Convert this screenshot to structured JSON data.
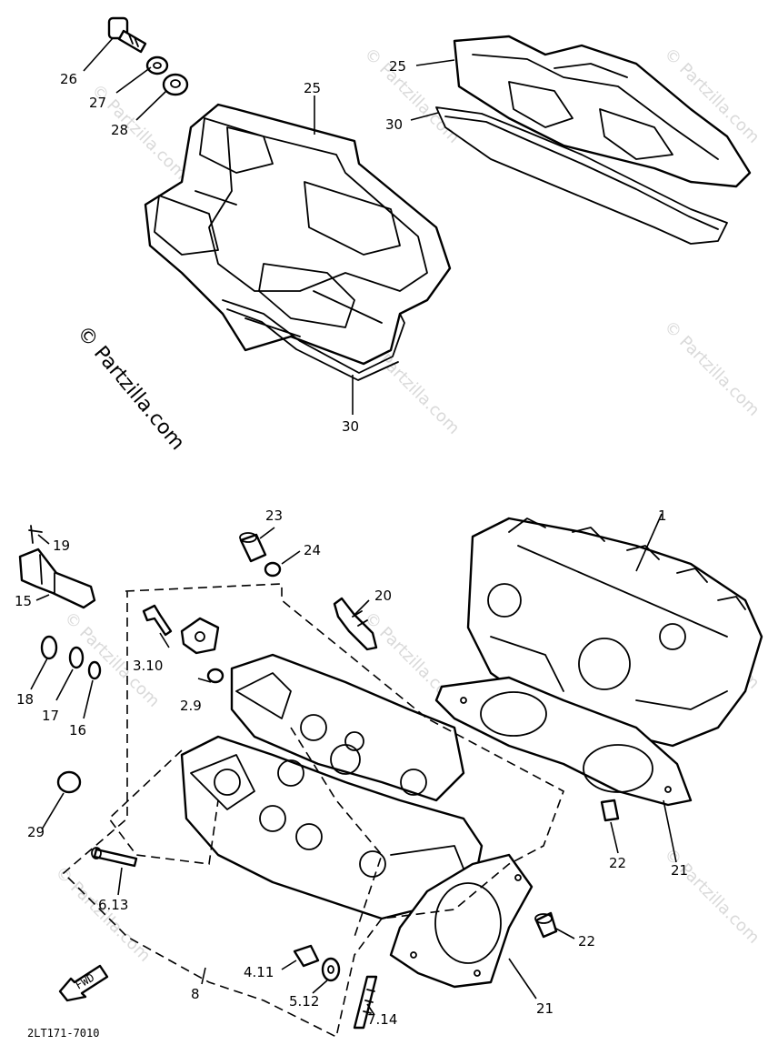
{
  "diagram": {
    "part_code": "2LT171-7010",
    "watermark": "© Partzilla.com",
    "fwd_label": "FWD",
    "callouts": {
      "c1": "1",
      "c15": "15",
      "c16": "16",
      "c17": "17",
      "c18": "18",
      "c19": "19",
      "c20": "20",
      "c21a": "21",
      "c21b": "21",
      "c22a": "22",
      "c22b": "22",
      "c23": "23",
      "c24": "24",
      "c25a": "25",
      "c25b": "25",
      "c26": "26",
      "c27": "27",
      "c28": "28",
      "c29": "29",
      "c30a": "30",
      "c30b": "30",
      "c8": "8",
      "c2_9": "2.9",
      "c3_10": "3.10",
      "c4_11": "4.11",
      "c5_12": "5.12",
      "c6_13": "6.13",
      "c7_14": "7.14"
    }
  }
}
